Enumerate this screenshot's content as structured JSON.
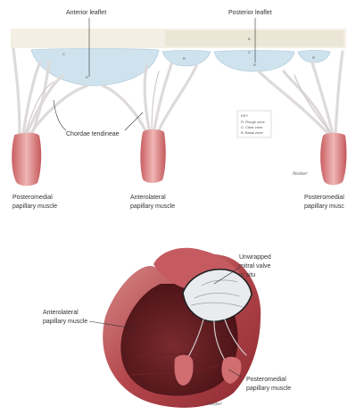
{
  "top_panel": {
    "anterior_leaflet": "Anterior leaflet",
    "posterior_leaflet": "Posterior leaflet",
    "chordae_tendineae": "Chordae tendineae",
    "posteromedial_left_1": "Posteromedial",
    "posteromedial_left_2": "papillary muscle",
    "anterolateral_1": "Anterolateral",
    "anterolateral_2": "papillary muscle",
    "posteromedial_right_1": "Posteromedial",
    "posteromedial_right_2": "papillary musc",
    "zone_letters": [
      "R",
      "C",
      "B"
    ],
    "key_title": "KEY",
    "key_items": [
      "R: Rough zone",
      "C: Clear zone",
      "B: Basal zone"
    ],
    "signature": "Netter"
  },
  "bottom_panel": {
    "unwrapped_1": "Unwrapped",
    "unwrapped_2": "mitral valve",
    "unwrapped_3": "in situ",
    "anterolateral_1": "Anterolateral",
    "anterolateral_2": "papillary muscle",
    "posteromedial_1": "Posteromedial",
    "posteromedial_2": "papillary muscle",
    "signature": "Netter"
  },
  "colors": {
    "leaflet": "#cfe3ef",
    "muscle": "#d9797a",
    "muscle_light": "#f2c2c0",
    "myocardium": "#a8343b",
    "cavity": "#5e1a1e"
  }
}
